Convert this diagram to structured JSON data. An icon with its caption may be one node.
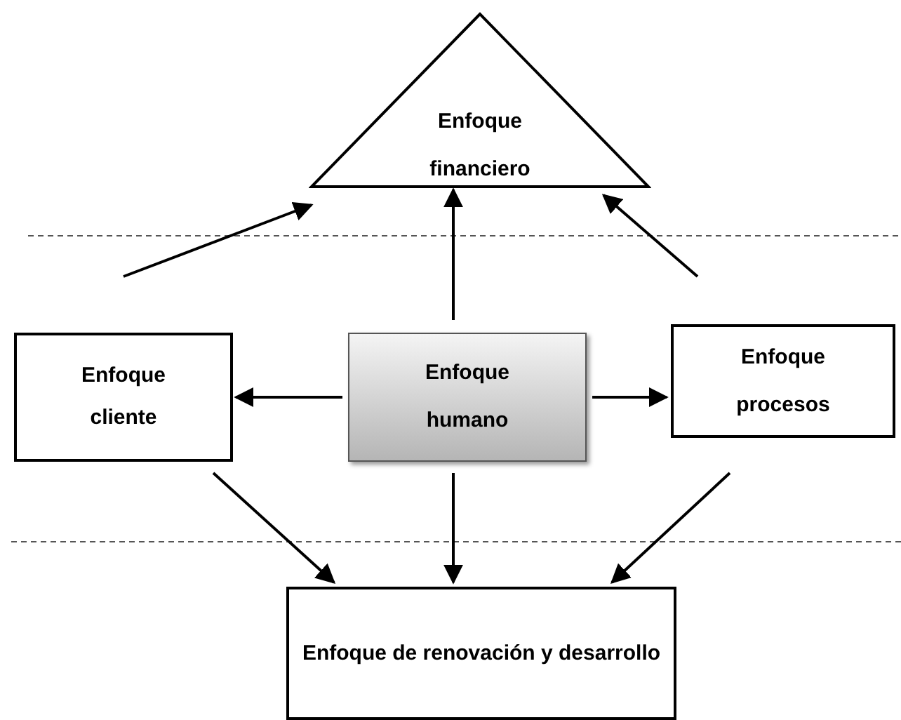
{
  "diagram": {
    "nodes": [
      {
        "text": [
          "Enfoque financiero"
        ]
      },
      {
        "text": [
          "Enfoque cliente"
        ]
      },
      {
        "text": [
          "Enfoque humano"
        ]
      },
      {
        "text": [
          "Enfoque procesos"
        ]
      },
      {
        "text": [
          "Enfoque de renovación y desarrollo"
        ]
      }
    ],
    "edges": [
      {
        "from": 2,
        "to": 0,
        "arrow": "to"
      },
      {
        "from": 1,
        "to": 0,
        "arrow": "to"
      },
      {
        "from": 3,
        "to": 0,
        "arrow": "to"
      },
      {
        "from": 2,
        "to": 1,
        "arrow": "to"
      },
      {
        "from": 2,
        "to": 3,
        "arrow": "to"
      },
      {
        "from": 2,
        "to": 4,
        "arrow": "to"
      },
      {
        "from": 1,
        "to": 4,
        "arrow": "to"
      },
      {
        "from": 3,
        "to": 4,
        "arrow": "to"
      }
    ]
  }
}
